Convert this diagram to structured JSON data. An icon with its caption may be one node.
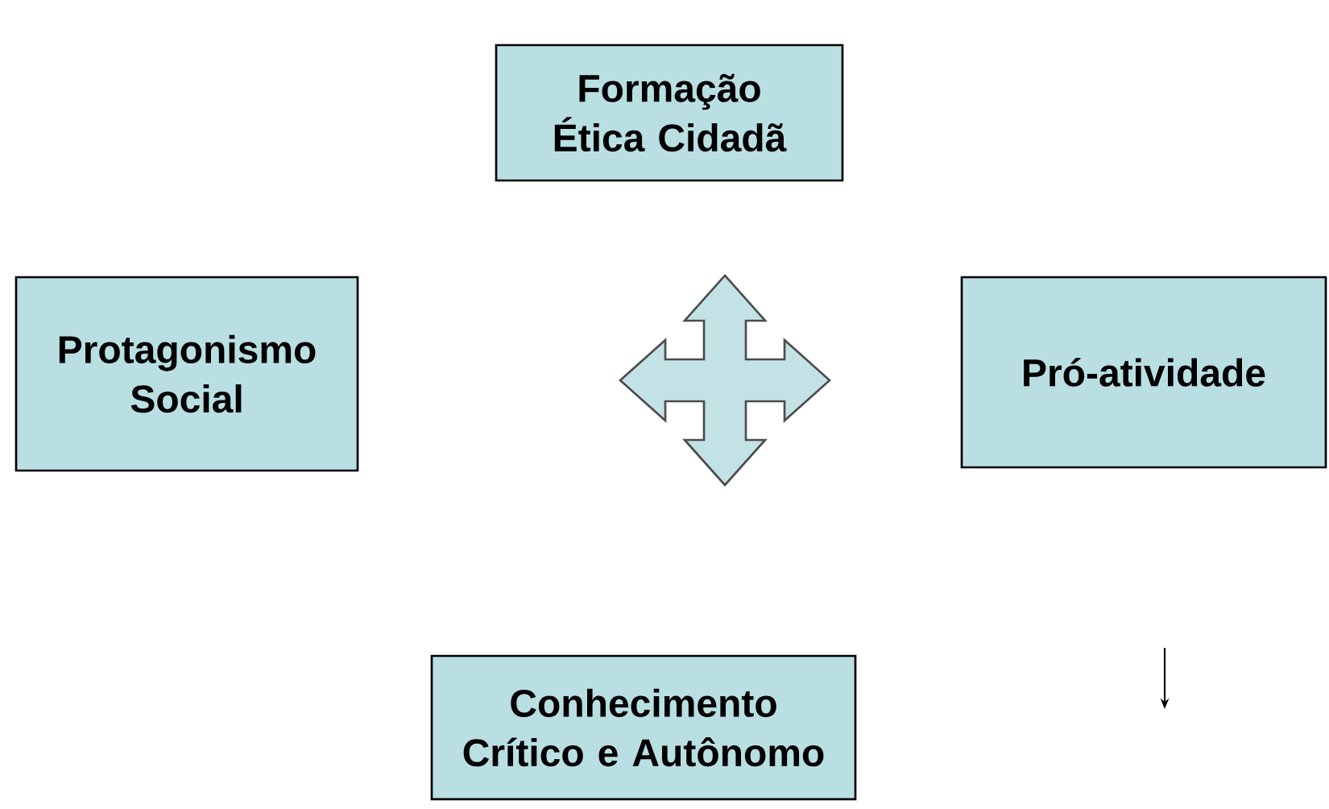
{
  "diagram": {
    "nodes": [
      {
        "text": [
          "Formação Ética Cidadã"
        ]
      },
      {
        "text": [
          "Protagonismo Social"
        ]
      },
      {
        "text": [],
        "shape": "arrow"
      },
      {
        "text": [
          "Pró-atividade"
        ]
      },
      {
        "text": [
          "Conhecimento Crítico e Autônomo"
        ]
      }
    ]
  }
}
